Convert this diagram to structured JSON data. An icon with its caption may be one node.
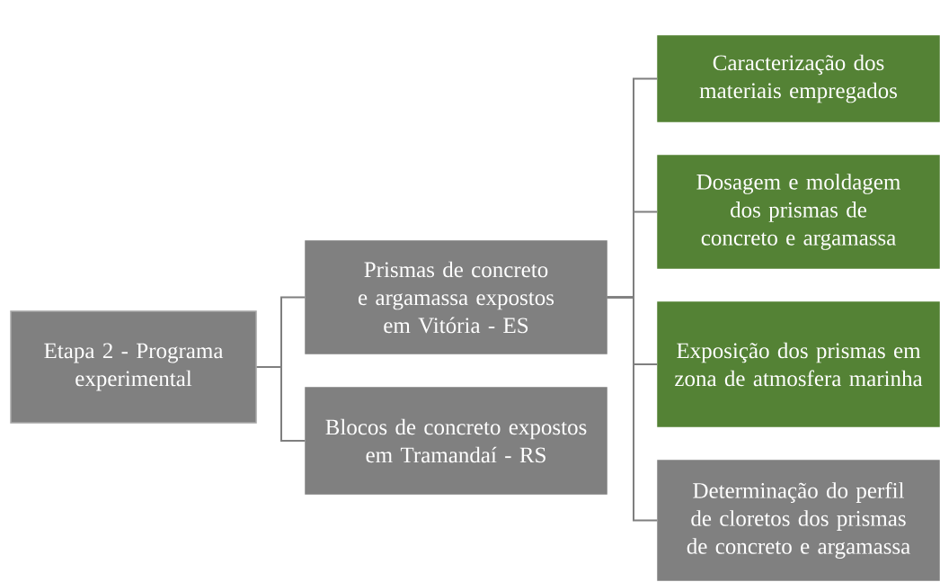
{
  "diagram": {
    "nodes": [
      {
        "text": [
          "Etapa 2 - Programa experimental"
        ]
      },
      {
        "text": [
          "Prismas de concreto e argamassa expostos em Vitória - ES"
        ]
      },
      {
        "text": [
          "Blocos de concreto expostos em Tramandaí - RS"
        ]
      },
      {
        "text": [
          "Caracterização dos materiais empregados"
        ]
      },
      {
        "text": [
          "Dosagem e moldagem dos prismas de concreto e argamassa"
        ]
      },
      {
        "text": [
          "Exposição dos prismas em zona de atmosfera marinha"
        ]
      },
      {
        "text": [
          "Determinação do perfil de cloretos dos prismas de concreto e argamassa"
        ]
      }
    ],
    "edges": [
      {
        "from": 0,
        "to": 1,
        "arrow": "none"
      },
      {
        "from": 0,
        "to": 2,
        "arrow": "none"
      },
      {
        "from": 1,
        "to": 3,
        "arrow": "none"
      },
      {
        "from": 1,
        "to": 4,
        "arrow": "none"
      },
      {
        "from": 1,
        "to": 5,
        "arrow": "none"
      },
      {
        "from": 1,
        "to": 6,
        "arrow": "none"
      }
    ]
  }
}
